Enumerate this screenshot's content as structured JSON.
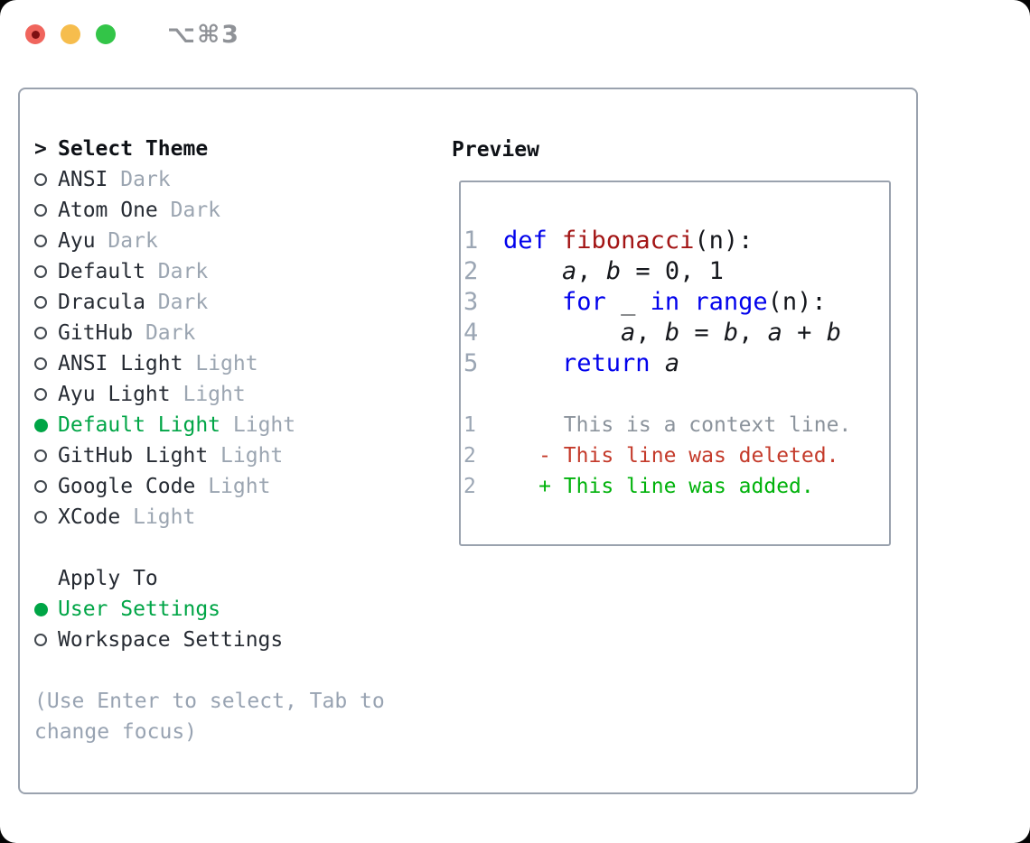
{
  "window": {
    "title": "⌥⌘3",
    "traffic_lights": [
      "close",
      "minimize",
      "zoom"
    ]
  },
  "colors": {
    "selection_green": "#00A546",
    "added_green": "#00B20B",
    "deleted_red": "#C43A2A",
    "keyword_blue": "#0202EC",
    "function_red": "#A31515",
    "muted_gray": "#9BA5B1",
    "border_gray": "#9AA2AE"
  },
  "theme_picker": {
    "header_marker": ">",
    "header": "Select Theme",
    "items": [
      {
        "name": "ANSI",
        "variant": "Dark",
        "selected": false
      },
      {
        "name": "Atom One",
        "variant": "Dark",
        "selected": false
      },
      {
        "name": "Ayu",
        "variant": "Dark",
        "selected": false
      },
      {
        "name": "Default",
        "variant": "Dark",
        "selected": false
      },
      {
        "name": "Dracula",
        "variant": "Dark",
        "selected": false
      },
      {
        "name": "GitHub",
        "variant": "Dark",
        "selected": false
      },
      {
        "name": "ANSI Light",
        "variant": "Light",
        "selected": false
      },
      {
        "name": "Ayu Light",
        "variant": "Light",
        "selected": false
      },
      {
        "name": "Default Light",
        "variant": "Light",
        "selected": true
      },
      {
        "name": "GitHub Light",
        "variant": "Light",
        "selected": false
      },
      {
        "name": "Google Code",
        "variant": "Light",
        "selected": false
      },
      {
        "name": "XCode",
        "variant": "Light",
        "selected": false
      }
    ],
    "apply_to": {
      "header": "Apply To",
      "options": [
        {
          "label": "User Settings",
          "selected": true
        },
        {
          "label": "Workspace Settings",
          "selected": false
        }
      ]
    },
    "hint_lines": [
      "(Use Enter to select, Tab to",
      "change focus)"
    ]
  },
  "preview": {
    "header": "Preview",
    "code_lines": [
      {
        "num": "1",
        "segments": [
          {
            "text": "def",
            "style": "keyword"
          },
          {
            "text": " ",
            "style": "plain"
          },
          {
            "text": "fibonacci",
            "style": "function"
          },
          {
            "text": "(n):",
            "style": "plain"
          }
        ]
      },
      {
        "num": "2",
        "segments": [
          {
            "text": "    ",
            "style": "plain"
          },
          {
            "text": "a",
            "style": "var"
          },
          {
            "text": ", ",
            "style": "plain"
          },
          {
            "text": "b",
            "style": "var"
          },
          {
            "text": " = 0, 1",
            "style": "plain"
          }
        ]
      },
      {
        "num": "3",
        "segments": [
          {
            "text": "    ",
            "style": "plain"
          },
          {
            "text": "for",
            "style": "keyword"
          },
          {
            "text": " _ ",
            "style": "plain"
          },
          {
            "text": "in",
            "style": "keyword"
          },
          {
            "text": " ",
            "style": "plain"
          },
          {
            "text": "range",
            "style": "keyword"
          },
          {
            "text": "(n):",
            "style": "plain"
          }
        ]
      },
      {
        "num": "4",
        "segments": [
          {
            "text": "        ",
            "style": "plain"
          },
          {
            "text": "a",
            "style": "var"
          },
          {
            "text": ", ",
            "style": "plain"
          },
          {
            "text": "b",
            "style": "var"
          },
          {
            "text": " = ",
            "style": "plain"
          },
          {
            "text": "b",
            "style": "var"
          },
          {
            "text": ", ",
            "style": "plain"
          },
          {
            "text": "a",
            "style": "var"
          },
          {
            "text": " + ",
            "style": "plain"
          },
          {
            "text": "b",
            "style": "var"
          }
        ]
      },
      {
        "num": "5",
        "segments": [
          {
            "text": "    ",
            "style": "plain"
          },
          {
            "text": "return",
            "style": "keyword"
          },
          {
            "text": " ",
            "style": "plain"
          },
          {
            "text": "a",
            "style": "var"
          }
        ]
      }
    ],
    "diff_lines": [
      {
        "num": "1",
        "kind": "context",
        "text": "       This is a context line."
      },
      {
        "num": "2",
        "kind": "deleted",
        "text": "     - This line was deleted."
      },
      {
        "num": "2",
        "kind": "added",
        "text": "     + This line was added."
      }
    ]
  }
}
